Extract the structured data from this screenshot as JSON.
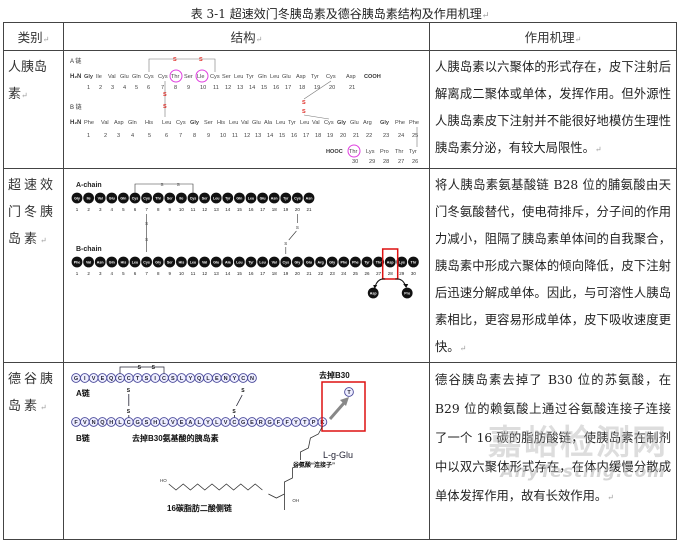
{
  "caption": "表 3-1  超速效门冬胰岛素及德谷胰岛素结构及作用机理",
  "table": {
    "headers": [
      "类别",
      "结构",
      "作用机理"
    ],
    "rows": [
      {
        "category": "人胰岛素",
        "mechanism": "人胰岛素以六聚体的形式存在，皮下注射后解离成二聚体或单体，发挥作用。但外源性人胰岛素皮下注射并不能很好地模仿生理性胰岛素分泌，有较大局限性。",
        "diagram": {
          "a_chain_label": "A 链",
          "b_chain_label": "B 链",
          "n_terminus": "H₂N",
          "a_chain": [
            "Gly",
            "Ile",
            "Val",
            "Glu",
            "Gln",
            "Cys",
            "Cys",
            "Thr",
            "Ser",
            "Lle",
            "Cys",
            "Ser",
            "Leu",
            "Tyr",
            "Gln",
            "Leu",
            "Glu",
            "Asp",
            "Tyr",
            "Cys",
            "Asp"
          ],
          "a_c_terminus": "COOH",
          "b_chain": [
            "Phe",
            "Val",
            "Asp",
            "Gln",
            "His",
            "Leu",
            "Cys",
            "Gly",
            "Ser",
            "His",
            "Leu",
            "Val",
            "Glu",
            "Ala",
            "Leu",
            "Tyr",
            "Leu",
            "Val",
            "Cys",
            "Gly",
            "Glu",
            "Arg",
            "Gly",
            "Phe",
            "Phe",
            "Tyr",
            "Thr",
            "Pro",
            "Lys",
            "Thr"
          ],
          "b_c_terminus": "HOOC",
          "highlighted": [
            "A8 Thr",
            "A10 Lle",
            "B30 Thr"
          ],
          "disulfide": "S"
        }
      },
      {
        "category": "超速效门冬胰岛素",
        "mechanism": "将人胰岛素氨基酸链 B28 位的脯氨酸由天门冬氨酸替代，使电荷排斥，分子间的作用力减小，阻隔了胰岛素单体间的自我聚合，胰岛素中形成六聚体的倾向降低，皮下注射后迅速分解成单体。因此，与可溶性人胰岛素相比，更容易形成单体，皮下吸收速度更快。",
        "diagram": {
          "a_chain_label": "A-chain",
          "b_chain_label": "B-chain",
          "a_chain": [
            "Gly",
            "Ile",
            "Val",
            "Glu",
            "Gln",
            "Cys",
            "Cys",
            "Thr",
            "Ser",
            "Ile",
            "Cys",
            "Ser",
            "Leu",
            "Tyr",
            "Gln",
            "Leu",
            "Glu",
            "Asn",
            "Tyr",
            "Cys",
            "Asn"
          ],
          "b_chain": [
            "Phe",
            "Val",
            "Asn",
            "Gln",
            "His",
            "Leu",
            "Cys",
            "Gly",
            "Ser",
            "His",
            "Leu",
            "Val",
            "Glu",
            "Ala",
            "Leu",
            "Tyr",
            "Leu",
            "Val",
            "Cys",
            "Gly",
            "Glu",
            "Arg",
            "Gly",
            "Phe",
            "Phe",
            "Tyr",
            "Thr",
            "Asp",
            "Lys",
            "Thr"
          ],
          "substitution_from": "Pro",
          "substitution_to": "Asp",
          "highlight_position": "28",
          "disulfide": "S"
        }
      },
      {
        "category": "德谷胰岛素",
        "mechanism": "德谷胰岛素去掉了 B30 位的苏氨酸，在 B29 位的赖氨酸上通过谷氨酸连接子连接了一个 16 碳的脂肪酸链，使胰岛素在制剂中以双六聚体形式存在，在体内缓慢分散成单体发挥作用，故有长效作用。",
        "diagram": {
          "a_chain_label": "A链",
          "b_chain_label": "B链",
          "a_chain": [
            "G",
            "I",
            "V",
            "E",
            "Q",
            "C",
            "C",
            "T",
            "S",
            "I",
            "C",
            "S",
            "L",
            "Y",
            "Q",
            "L",
            "E",
            "N",
            "Y",
            "C",
            "N"
          ],
          "b_chain": [
            "F",
            "V",
            "N",
            "Q",
            "H",
            "L",
            "C",
            "G",
            "S",
            "H",
            "L",
            "V",
            "E",
            "A",
            "L",
            "Y",
            "L",
            "V",
            "C",
            "G",
            "E",
            "R",
            "G",
            "F",
            "F",
            "Y",
            "T",
            "P",
            "K"
          ],
          "removed_residue": "T",
          "label_remove_b30": "去掉B30",
          "label_insulin": "去掉B30氨基酸的胰岛素",
          "label_linker_name": "L-g-Glu",
          "label_linker": "谷氨酸“连接子”",
          "label_side_chain": "16碳脂肪二酸侧链",
          "disulfide": "S"
        }
      }
    ]
  },
  "watermark": {
    "cn": "嘉峪检测网",
    "en": "AnyTesting.com"
  },
  "colors": {
    "border": "#444444",
    "disulfide_red": "#e0302a",
    "highlight_magenta": "#e040e0",
    "box_red": "#dd1111",
    "bead_blue": "#4a4a9a"
  }
}
